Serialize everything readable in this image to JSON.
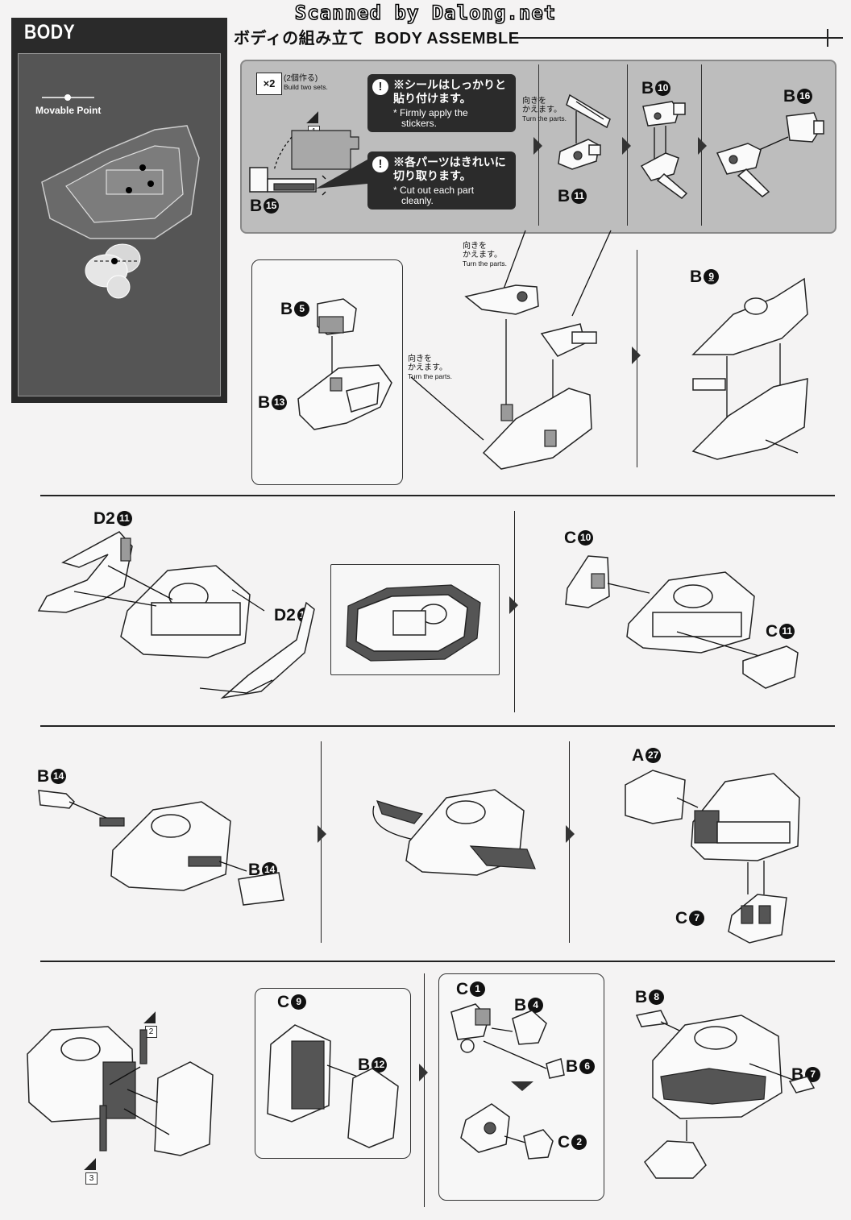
{
  "watermark": "Scanned by Dalong.net",
  "side_panel": {
    "title": "BODY",
    "movable_point_label": "Movable Point"
  },
  "header": {
    "title_jp": "ボディの組み立て",
    "title_en": "BODY ASSEMBLE"
  },
  "step1": {
    "build_count": "×2",
    "build_note_jp": "(2個作る)",
    "build_note_en": "Build two sets.",
    "sticker_number": "1",
    "sticker_note_jp_line1": "※シールはしっかりと",
    "sticker_note_jp_line2": "貼り付けます。",
    "sticker_note_en_line1": "* Firmly apply the",
    "sticker_note_en_line2": "stickers.",
    "cut_note_jp_line1": "※各パーツはきれいに",
    "cut_note_jp_line2": "切り取ります。",
    "cut_note_en_line1": "* Cut out each part",
    "cut_note_en_line2": "cleanly.",
    "part_b15": {
      "letter": "B",
      "num": "15"
    },
    "turn_jp_line1": "向きを",
    "turn_jp_line2": "かえます。",
    "turn_en": "Turn the parts.",
    "part_b11": {
      "letter": "B",
      "num": "11"
    },
    "part_b10": {
      "letter": "B",
      "num": "10"
    },
    "part_b16": {
      "letter": "B",
      "num": "16"
    }
  },
  "step2": {
    "part_b5": {
      "letter": "B",
      "num": "5"
    },
    "part_b13": {
      "letter": "B",
      "num": "13"
    },
    "turn_jp_line1": "向きを",
    "turn_jp_line2": "かえます。",
    "turn_en": "Turn the parts.",
    "turn2_jp_line1": "向きを",
    "turn2_jp_line2": "かえます。",
    "turn2_en": "Turn the parts.",
    "part_b9": {
      "letter": "B",
      "num": "9"
    }
  },
  "step3": {
    "part_d2_11": {
      "letter": "D2",
      "num": "11"
    },
    "part_d2_12": {
      "letter": "D2",
      "num": "12"
    },
    "part_c10": {
      "letter": "C",
      "num": "10"
    },
    "part_c11": {
      "letter": "C",
      "num": "11"
    }
  },
  "step4": {
    "part_b14_a": {
      "letter": "B",
      "num": "14"
    },
    "part_b14_b": {
      "letter": "B",
      "num": "14"
    },
    "part_a27": {
      "letter": "A",
      "num": "27"
    },
    "part_c7": {
      "letter": "C",
      "num": "7"
    }
  },
  "step5": {
    "sticker_2": "2",
    "sticker_3": "3",
    "part_c9": {
      "letter": "C",
      "num": "9"
    },
    "part_b12": {
      "letter": "B",
      "num": "12"
    },
    "part_c1": {
      "letter": "C",
      "num": "1"
    },
    "part_b4": {
      "letter": "B",
      "num": "4"
    },
    "part_b6": {
      "letter": "B",
      "num": "6"
    },
    "part_c2": {
      "letter": "C",
      "num": "2"
    },
    "part_b8": {
      "letter": "B",
      "num": "8"
    },
    "part_b7": {
      "letter": "B",
      "num": "7"
    }
  }
}
